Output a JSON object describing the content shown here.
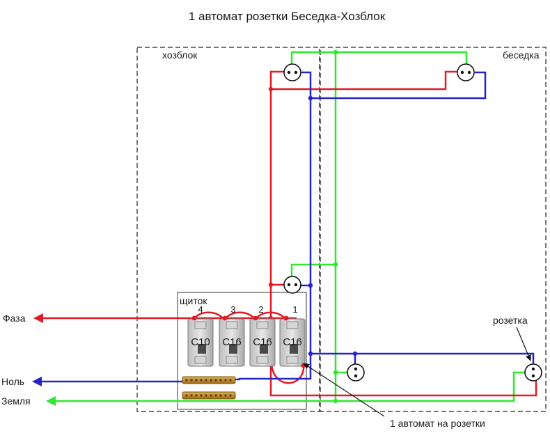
{
  "title": "1 автомат розетки Беседка-Хозблок",
  "zones": {
    "left": "хозблок",
    "right": "беседка",
    "panel": "щиток"
  },
  "terminals": {
    "phase": "Фаза",
    "neutral": "Ноль",
    "ground": "Земля"
  },
  "breakers": [
    {
      "number": "4",
      "rating": "C10"
    },
    {
      "number": "3",
      "rating": "C16"
    },
    {
      "number": "2",
      "rating": "C16"
    },
    {
      "number": "1",
      "rating": "C16"
    }
  ],
  "callouts": {
    "socket": "розетка",
    "breaker_note": "1 автомат на розетки"
  },
  "colors": {
    "phase": "#e01b24",
    "neutral": "#2424c8",
    "ground": "#2ee82e",
    "busbar": "#c8902a"
  }
}
